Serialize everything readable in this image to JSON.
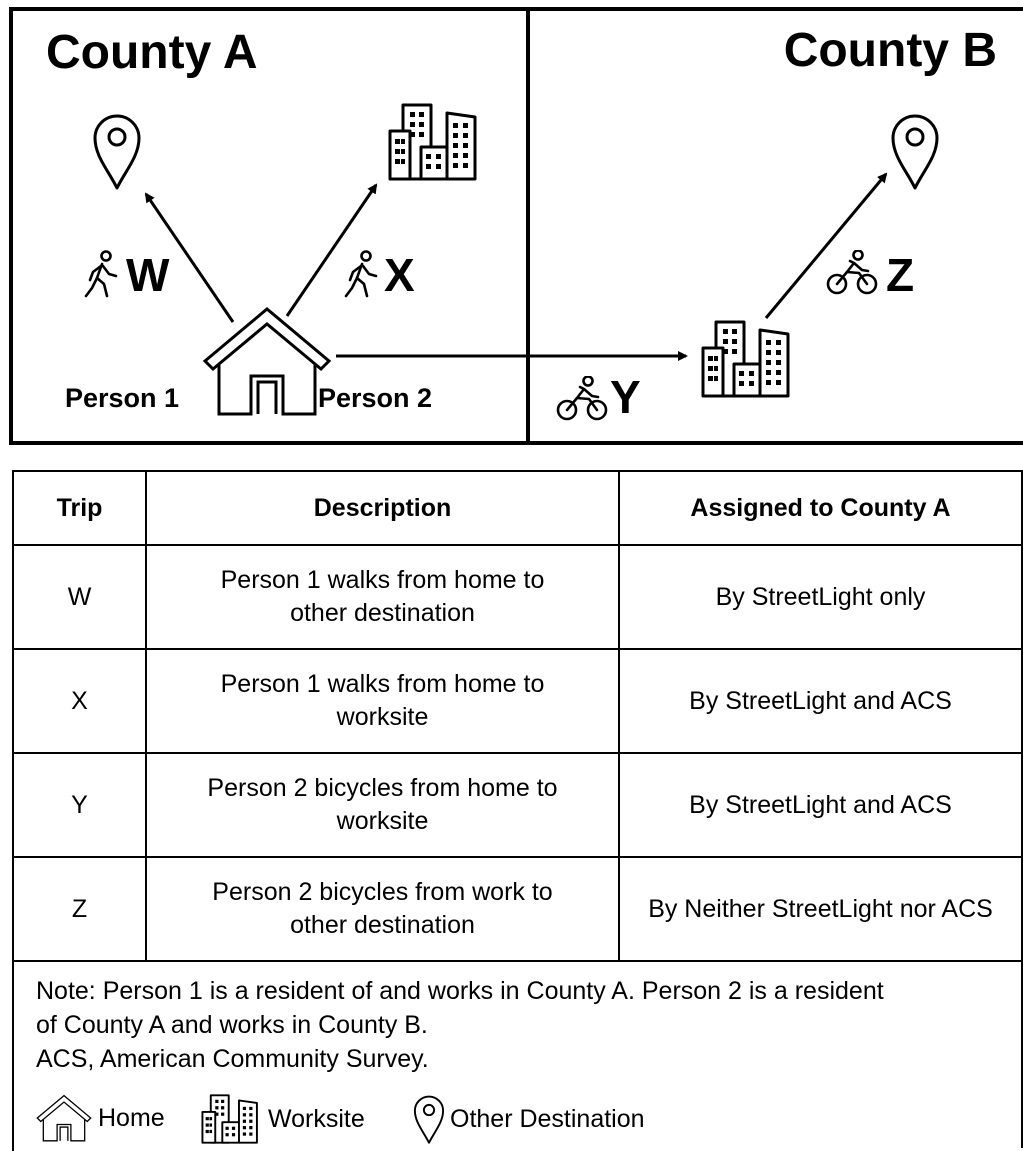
{
  "counties": {
    "a": "County A",
    "b": "County B"
  },
  "persons": {
    "p1": "Person 1",
    "p2": "Person 2"
  },
  "trips_on_map": {
    "w": "W",
    "x": "X",
    "y": "Y",
    "z": "Z"
  },
  "table": {
    "headers": [
      "Trip",
      "Description",
      "Assigned to County A"
    ],
    "rows": [
      {
        "trip": "W",
        "description_line1": "Person 1 walks from home to",
        "description_line2": "other destination",
        "assigned": "By StreetLight only"
      },
      {
        "trip": "X",
        "description_line1": "Person 1 walks from home to",
        "description_line2": "worksite",
        "assigned": "By StreetLight and ACS"
      },
      {
        "trip": "Y",
        "description_line1": "Person 2 bicycles from home to",
        "description_line2": "worksite",
        "assigned": "By StreetLight and ACS"
      },
      {
        "trip": "Z",
        "description_line1": "Person 2 bicycles from work to",
        "description_line2": "other destination",
        "assigned": "By Neither StreetLight nor ACS"
      }
    ]
  },
  "note": {
    "line1": "Note: Person 1 is a resident of and works in County A. Person 2 is a resident",
    "line2": "of County A and works in County B.",
    "line3": "ACS, American Community Survey."
  },
  "legend": {
    "home": "Home",
    "worksite": "Worksite",
    "other": "Other Destination"
  },
  "icons": {
    "home": "house-icon",
    "worksite": "building-icon",
    "destination": "map-pin-icon",
    "walk": "pedestrian-icon",
    "bike": "bicycle-icon"
  }
}
